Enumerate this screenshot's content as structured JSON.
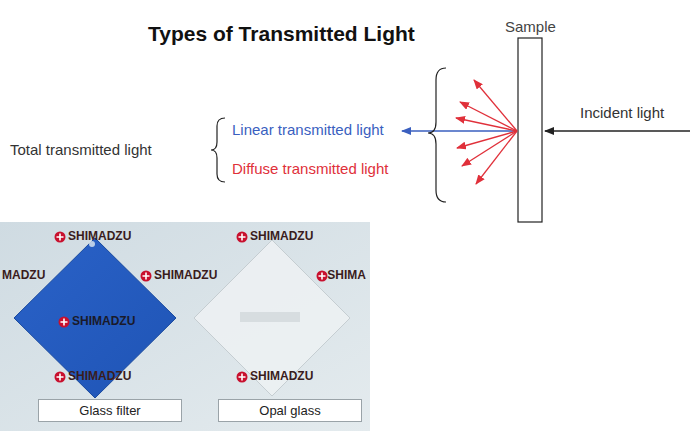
{
  "diagram": {
    "title": "Types of Transmitted Light",
    "nodes": [
      {
        "text": [
          "Glass filter"
        ]
      },
      {
        "text": [
          "Opal glass"
        ]
      }
    ],
    "labels": [
      "Sample",
      "Incident light",
      "Total transmitted light",
      "Linear transmitted light",
      "Diffuse transmitted light",
      "SHIMADZU",
      "SHIMADZU",
      "MADZU",
      "SHIMADZU",
      "SHIMA",
      "SHIMADZU",
      "SHIMADZU",
      "SHIMADZU"
    ]
  }
}
